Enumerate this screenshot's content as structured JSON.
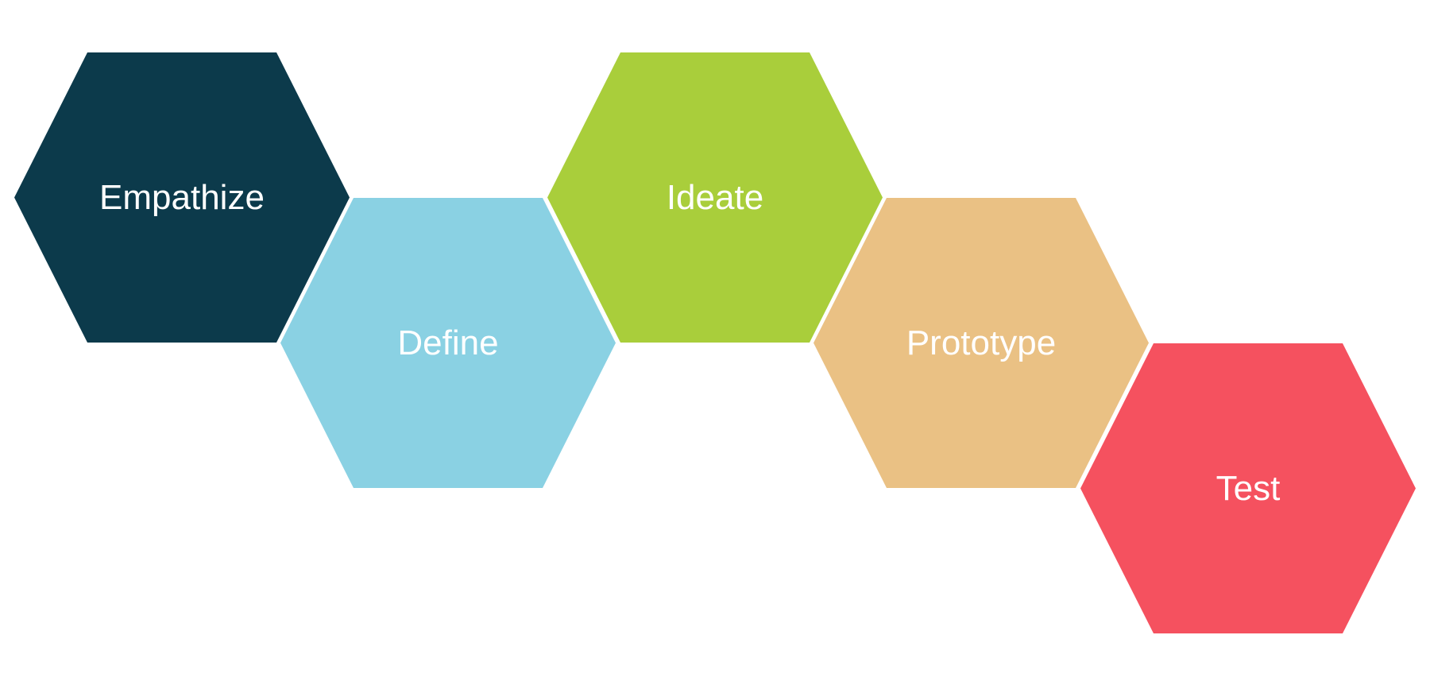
{
  "canvas": {
    "background_color": "#ffffff",
    "label_text_color": "#ffffff"
  },
  "steps": [
    {
      "label": "Empathize",
      "color": "#0c3a4b"
    },
    {
      "label": "Define",
      "color": "#8ad1e3"
    },
    {
      "label": "Ideate",
      "color": "#a9ce3b"
    },
    {
      "label": "Prototype",
      "color": "#eac184"
    },
    {
      "label": "Test",
      "color": "#f5515f"
    }
  ]
}
